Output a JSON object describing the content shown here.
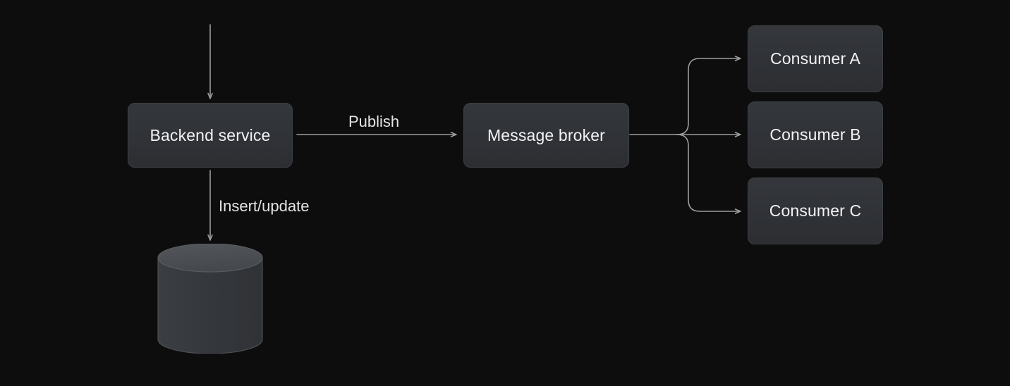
{
  "diagram": {
    "title": "Backend service publish to message broker fan-out",
    "background_color": "#0d0d0d",
    "node_fill_color": "#2e3034",
    "node_border_color": "#3c3f44",
    "text_color": "#f2f3f4",
    "line_color": "#9b9da1",
    "nodes": {
      "backend": "Backend service",
      "broker": "Message broker",
      "consumer_a": "Consumer A",
      "consumer_b": "Consumer B",
      "consumer_c": "Consumer C",
      "database": "database-cylinder"
    },
    "edges": {
      "inbound": "",
      "publish": "Publish",
      "persist": "Insert/update",
      "fanout_a": "",
      "fanout_b": "",
      "fanout_c": ""
    }
  }
}
